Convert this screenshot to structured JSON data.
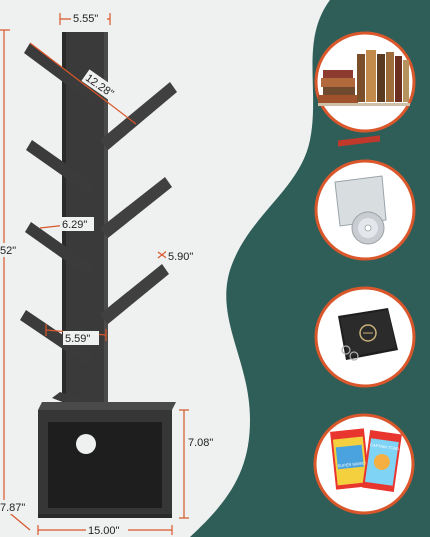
{
  "colors": {
    "background_light": "#eef1f0",
    "teal_wave": "#2f5e58",
    "shelf_dark": "#3a3a3a",
    "shelf_edge": "#2a2a2a",
    "dimension_line": "#d9572b",
    "circle_ring": "#d9572b"
  },
  "dimensions": {
    "top_width": "5.55\"",
    "branch_long": "12.28\"",
    "height_total": "52\"",
    "branch_mid": "6.29\"",
    "branch_right": "5.90\"",
    "branch_small": "5.59\"",
    "cabinet_height": "7.08\"",
    "depth": "7.87\"",
    "width": "15.00\""
  },
  "callouts": [
    {
      "name": "books-circle",
      "content": "books"
    },
    {
      "name": "cd-case-circle",
      "content": "cd-case"
    },
    {
      "name": "photo-album-circle",
      "content": "photo-album"
    },
    {
      "name": "game-cases-circle",
      "content": "game-cases"
    }
  ],
  "game_cases": {
    "left_title": "SUPER MARIO BROS. U DELUXE",
    "right_title": "CAPTAIN TOAD"
  }
}
